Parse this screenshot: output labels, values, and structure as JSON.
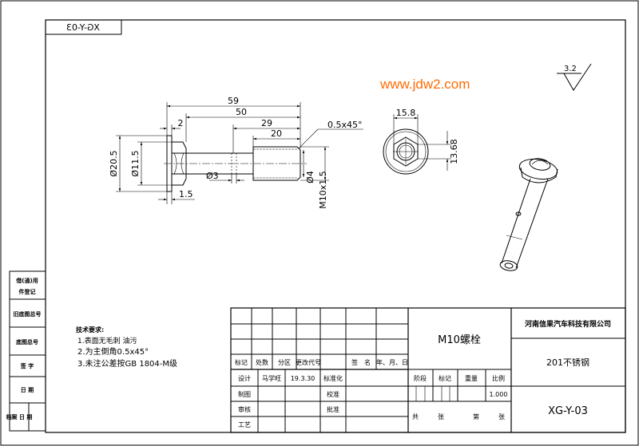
{
  "watermark": "www.jdw2.com",
  "code_mirrored": "XG-Y-03",
  "roughness": "3.2",
  "dimensions": {
    "d59": "59",
    "d50": "50",
    "d29": "29",
    "d20": "20",
    "d2": "2",
    "chamfer": "0.5x45°",
    "d1_5": "1.5",
    "dia20_5": "Ø20.5",
    "dia11_5": "Ø11.5",
    "dia3": "Ø3",
    "dia4": "Ø4",
    "thread": "M10x1.5",
    "d15_8": "15.8",
    "d13_68": "13.68"
  },
  "left_strip": [
    "借(通)用",
    "件登记",
    "旧底图总号",
    "底图总号",
    "签 字",
    "日 期",
    "档案 日 期"
  ],
  "notes": {
    "title": "技术要求:",
    "items": [
      "1.表面无毛刺 油污",
      "2.为主倒角0.5x45°",
      "3.未注公差按GB 1804-M级"
    ]
  },
  "title_block": {
    "part_name": "M10螺栓",
    "company": "河南信果汽车科技有限公司",
    "material": "201不锈钢",
    "drawing_no": "XG-Y-03",
    "headers": [
      "标记",
      "处数",
      "分区",
      "更改代号",
      "签　名",
      "年、月、日"
    ],
    "design_label": "设计",
    "designer": "马学旺",
    "design_date": "19.3.30",
    "std_label": "标准化",
    "stage_label": "阶段",
    "mark_label": "标记",
    "weight_label": "重量",
    "scale_label": "比例",
    "scale": "1.000",
    "draw_label": "制图",
    "check_label": "校准",
    "review_label": "审核",
    "approve_label": "批准",
    "process_label": "工艺",
    "total_label": "共",
    "sheet_label": "张",
    "no_label": "第",
    "sheet_label2": "张"
  }
}
